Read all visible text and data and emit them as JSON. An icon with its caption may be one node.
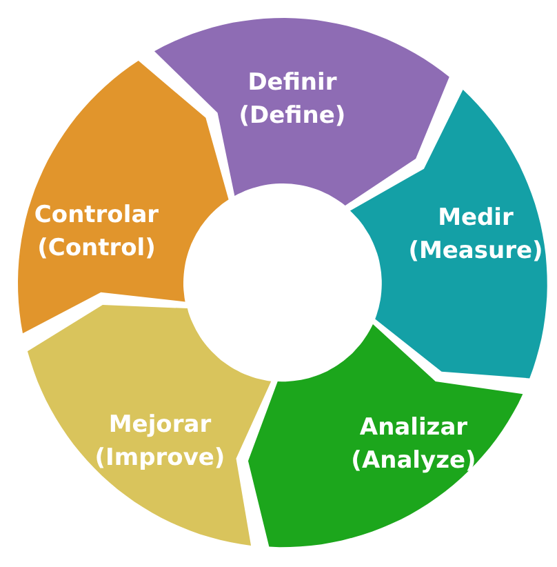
{
  "diagram": {
    "nodes": [
      {
        "text": [
          "Definir",
          "(Define)"
        ]
      },
      {
        "text": [
          "Medir",
          "(Measure)"
        ]
      },
      {
        "text": [
          "Analizar",
          "(Analyze)"
        ]
      },
      {
        "text": [
          "Mejorar",
          "(Improve)"
        ]
      },
      {
        "text": [
          "Controlar",
          "(Control)"
        ]
      }
    ]
  }
}
